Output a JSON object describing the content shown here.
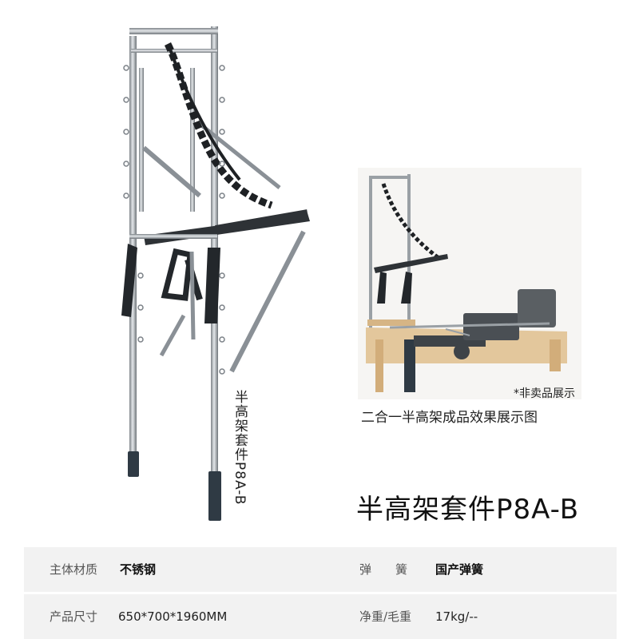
{
  "main_image": {
    "vertical_label": "半高架套件P8A-B"
  },
  "inset": {
    "note": "*非卖品展示",
    "caption": "二合一半高架成品效果展示图"
  },
  "title": "半高架套件P8A-B",
  "specs": [
    {
      "left": {
        "label": "主体材质",
        "value": "不锈钢"
      },
      "right": {
        "label": "弹　　簧",
        "value": "国产弹簧"
      }
    },
    {
      "left": {
        "label": "产品尺寸",
        "value": "650*700*1960MM"
      },
      "right": {
        "label": "净重/毛重",
        "value": "17kg/--"
      }
    }
  ],
  "colors": {
    "spec_bg": "#f2f2f2",
    "steel": "#a9aeb3",
    "dark_frame": "#2e3236",
    "wood": "#e3c79c",
    "grip": "#2f3a44"
  }
}
